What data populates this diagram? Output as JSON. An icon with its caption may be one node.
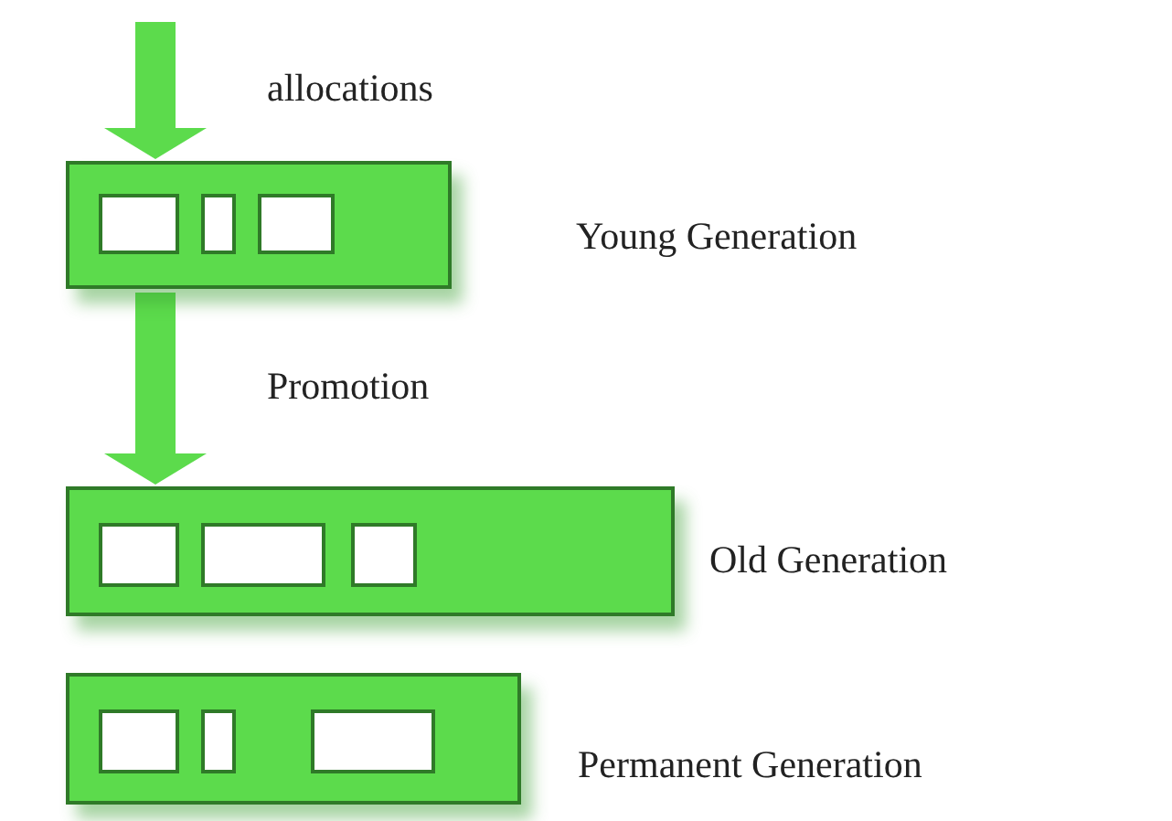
{
  "diagram": {
    "nodes": [
      {
        "text": [],
        "shape": "bar",
        "beside": [
          "Young Generation"
        ]
      },
      {
        "text": [],
        "shape": "box",
        "in": 0
      },
      {
        "text": [],
        "shape": "box",
        "in": 0
      },
      {
        "text": [],
        "shape": "box",
        "in": 0
      },
      {
        "text": [],
        "shape": "bar",
        "beside": [
          "Old Generation"
        ]
      },
      {
        "text": [],
        "shape": "box",
        "in": 4
      },
      {
        "text": [],
        "shape": "box",
        "in": 4
      },
      {
        "text": [],
        "shape": "box",
        "in": 4
      },
      {
        "text": [],
        "shape": "bar",
        "beside": [
          "Permanent Generation"
        ]
      },
      {
        "text": [],
        "shape": "box",
        "in": 8
      },
      {
        "text": [],
        "shape": "box",
        "in": 8
      },
      {
        "text": [],
        "shape": "box",
        "in": 8
      }
    ],
    "edges": [
      {
        "from": null,
        "to": 0,
        "arrow": "to",
        "label": "allocations"
      },
      {
        "from": 0,
        "to": 4,
        "arrow": "to",
        "label": "Promotion"
      }
    ]
  }
}
